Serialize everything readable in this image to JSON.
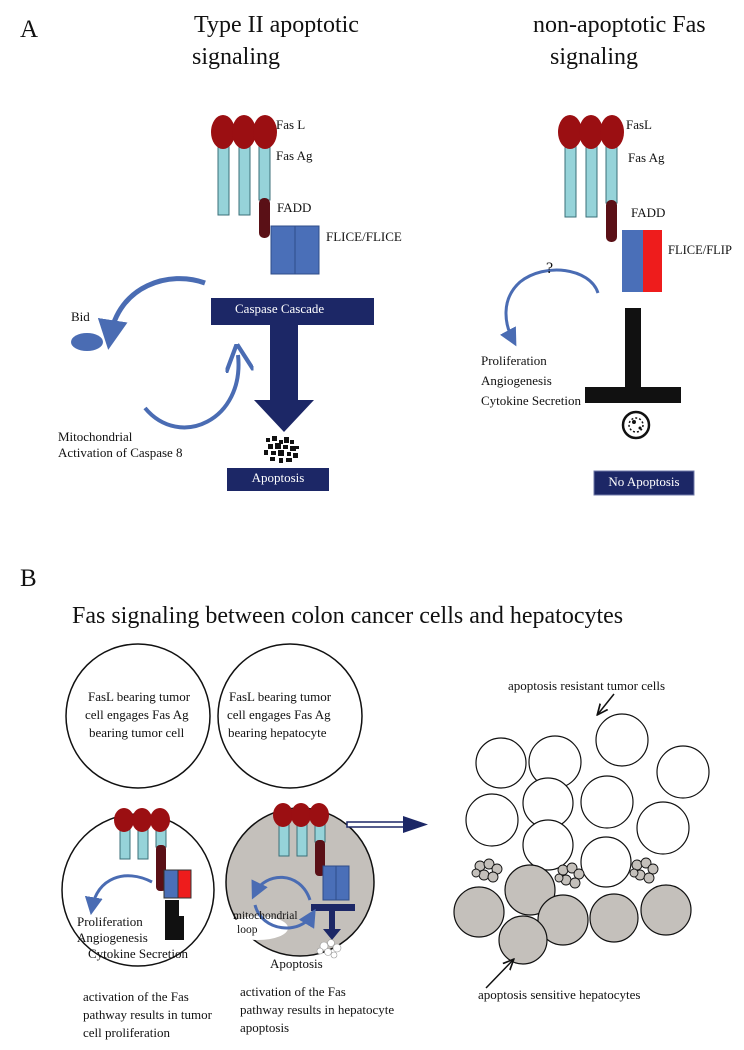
{
  "panel_a": {
    "label": "A",
    "left": {
      "title_line1": "Type II apoptotic",
      "title_line2": "signaling",
      "fas_l": "Fas  L",
      "fas_ag": "Fas  Ag",
      "fadd": "FADD",
      "flice": "FLICE/FLICE",
      "caspase": "Caspase Cascade",
      "bid": "Bid",
      "mito_line1": "Mitochondrial",
      "mito_line2": "Activation of Caspase 8",
      "apoptosis": "Apoptosis"
    },
    "right": {
      "title_line1": "non-apoptotic Fas",
      "title_line2": "signaling",
      "fas_l": "FasL",
      "fas_ag": "Fas Ag",
      "fadd": "FADD",
      "flip": "FLICE/FLIP",
      "question": "?",
      "out_line1": "Proliferation",
      "out_line2": "Angiogenesis",
      "out_line3": "Cytokine Secretion",
      "no_apoptosis": "No  Apoptosis"
    }
  },
  "panel_b": {
    "label": "B",
    "title": "Fas signaling between colon cancer cells and hepatocytes",
    "cell1_line1": "FasL bearing tumor",
    "cell1_line2": "cell engages Fas Ag",
    "cell1_line3": "bearing tumor cell",
    "cell2_line1": "FasL bearing tumor",
    "cell2_line2": "cell engages Fas Ag",
    "cell2_line3": "bearing hepatocyte",
    "prolif_line1": "Proliferation",
    "prolif_line2": "Angiogenesis",
    "prolif_line3": "Cytokine Secretion",
    "mito_loop_line1": "mitochondrial",
    "mito_loop_line2": "loop",
    "apoptosis": "Apoptosis",
    "caption1_line1": "activation of the Fas",
    "caption1_line2": "pathway results in tumor",
    "caption1_line3": "cell proliferation",
    "caption2_line1": "activation of the Fas",
    "caption2_line2": "pathway results in hepatocyte",
    "caption2_line3": "apoptosis",
    "resistant_label": "apoptosis resistant tumor cells",
    "sensitive_label": "apoptosis sensitive hepatocytes"
  },
  "colors": {
    "ligand": "#9b0f12",
    "receptor": "#96d3d9",
    "fadd": "#5a1016",
    "flice": "#4a6fb8",
    "flip": "#ee1c1c",
    "navy": "#1c2766",
    "arrow_blue": "#4a6cb3",
    "hepatocyte": "#c4c0bb"
  }
}
